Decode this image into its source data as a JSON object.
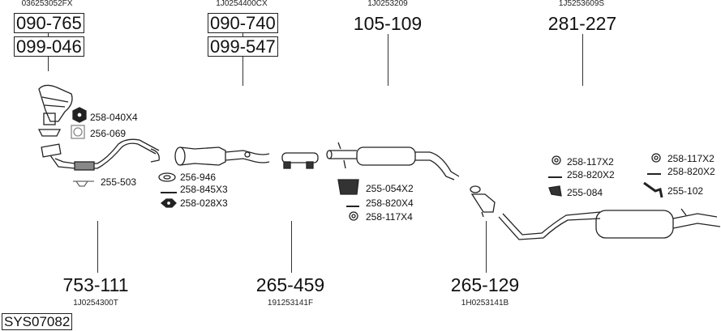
{
  "groups_top": [
    {
      "oem": "036253052FX",
      "parts": [
        "090-765",
        "099-046"
      ]
    },
    {
      "oem": "1J0254400CX",
      "parts": [
        "090-740",
        "099-547"
      ]
    },
    {
      "oem": "1J0253209",
      "part": "105-109"
    },
    {
      "oem": "1J5253609S",
      "part": "281-227"
    }
  ],
  "groups_bottom": [
    {
      "part": "753-111",
      "oem": "1J0254300T"
    },
    {
      "part": "265-459",
      "oem": "191253141F"
    },
    {
      "part": "265-129",
      "oem": "1H0253141B"
    }
  ],
  "accessories": [
    {
      "label": "258-040X4",
      "icon": "hex-nut-icon"
    },
    {
      "label": "256-069",
      "icon": "gasket-icon"
    },
    {
      "label": "255-503",
      "icon": "rubber-mount-icon"
    },
    {
      "label": "256-946",
      "icon": "ring-gasket-icon"
    },
    {
      "label": "258-845X3",
      "icon": "bolt-icon"
    },
    {
      "label": "258-028X3",
      "icon": "hex-nut-icon"
    },
    {
      "label": "255-054X2",
      "icon": "mounting-bracket-icon"
    },
    {
      "label": "258-820X4",
      "icon": "bolt-icon"
    },
    {
      "label": "258-117X4",
      "icon": "washer-icon"
    },
    {
      "label": "258-117X2",
      "icon": "washer-icon"
    },
    {
      "label": "258-820X2",
      "icon": "bolt-icon"
    },
    {
      "label": "255-084",
      "icon": "rubber-mount-icon"
    },
    {
      "label": "258-117X2",
      "icon": "washer-icon"
    },
    {
      "label": "258-820X2",
      "icon": "bolt-icon"
    },
    {
      "label": "255-102",
      "icon": "hanger-icon"
    }
  ],
  "system_id": "SYS07082"
}
